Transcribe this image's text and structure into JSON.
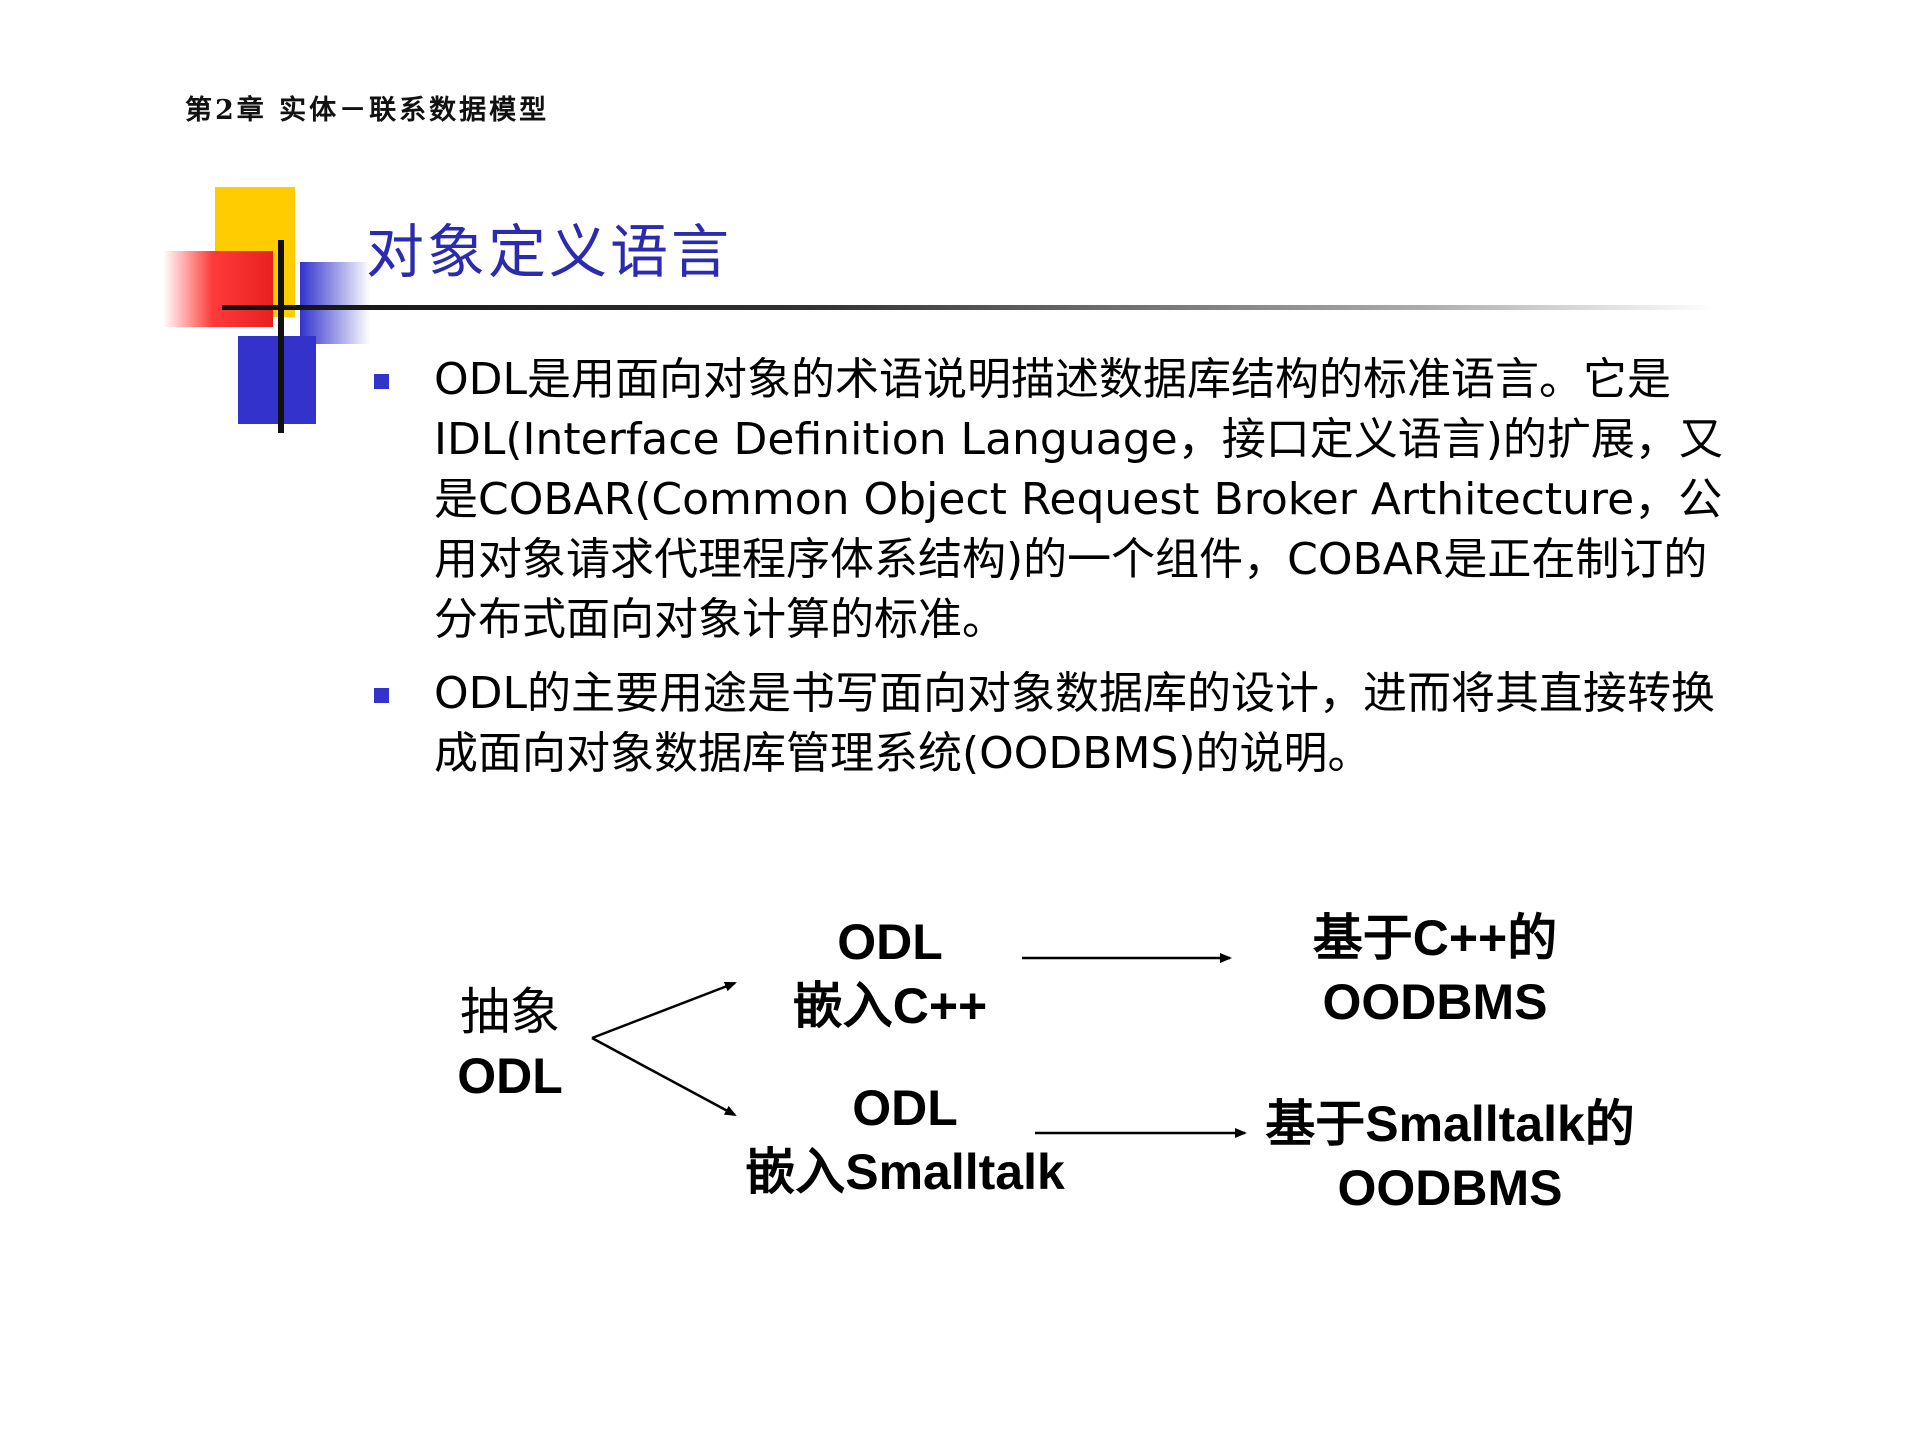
{
  "header": {
    "chapter": "第2章 实体－联系数据模型"
  },
  "title": "对象定义语言",
  "bullets": [
    "ODL是用面向对象的术语说明描述数据库结构的标准语言。它是IDL(Interface Definition Language，接口定义语言)的扩展，又是COBAR(Common Object Request Broker Arthitecture，公用对象请求代理程序体系结构)的一个组件，COBAR是正在制订的分布式面向对象计算的标准。",
    "ODL的主要用途是书写面向对象数据库的设计，进而将其直接转换成面向对象数据库管理系统(OODBMS)的说明。"
  ],
  "diagram": {
    "source": {
      "line1": "抽象",
      "line2": "ODL"
    },
    "branch_cpp": {
      "line1": "ODL",
      "line2": "嵌入C++"
    },
    "branch_smalltalk": {
      "line1": "ODL",
      "line2": "嵌入Smalltalk"
    },
    "target_cpp": {
      "line1": "基于C++的",
      "line2": "OODBMS"
    },
    "target_smalltalk": {
      "line1": "基于Smalltalk的",
      "line2": "OODBMS"
    }
  }
}
